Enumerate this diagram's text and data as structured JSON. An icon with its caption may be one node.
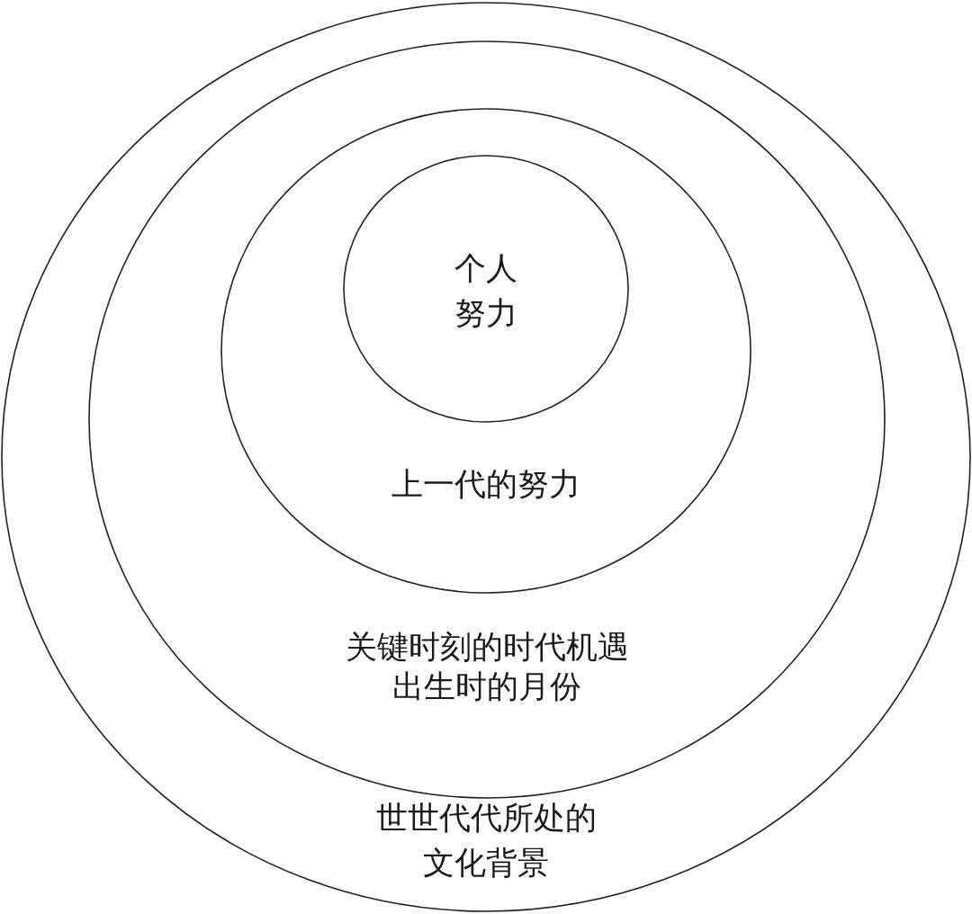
{
  "diagram": {
    "nodes": [
      {
        "text": [
          "世世代代所处的文化背景"
        ]
      },
      {
        "text": [
          "关键时刻的时代机遇",
          "出生时的月份"
        ],
        "in": 0
      },
      {
        "text": [
          "上一代的努力"
        ],
        "in": 1
      },
      {
        "text": [
          "个人努力"
        ],
        "in": 2
      }
    ]
  }
}
